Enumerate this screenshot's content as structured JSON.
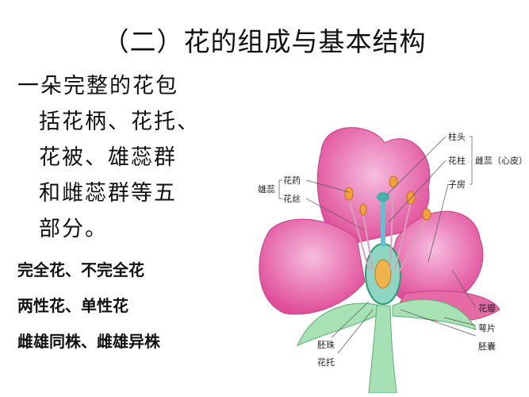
{
  "title": "（二）花的组成与基本结构",
  "intro_lines": [
    "一朵完整的花包",
    "括花柄、花托、",
    "花被、雄蕊群",
    "和雌蕊群等五",
    "部分。"
  ],
  "kinds": [
    "完全花、不完全花",
    "两性花、单性花",
    "雌雄同株、雌雄异株"
  ],
  "diagram": {
    "labels": {
      "stigma": "柱头",
      "style": "花柱",
      "pistil": "雌蕊（心皮）",
      "ovary": "子房",
      "stamen": "雄蕊",
      "anther": "花药",
      "filament": "花丝",
      "petal": "花瓣",
      "sepal": "萼片",
      "embryo_sac": "胚囊",
      "ovule": "胚珠",
      "receptacle": "花托"
    },
    "colors": {
      "petal": "#e8559a",
      "petal_light": "#f3a8d0",
      "stem": "#9fdcb0",
      "anther": "#f2a23a"
    }
  }
}
